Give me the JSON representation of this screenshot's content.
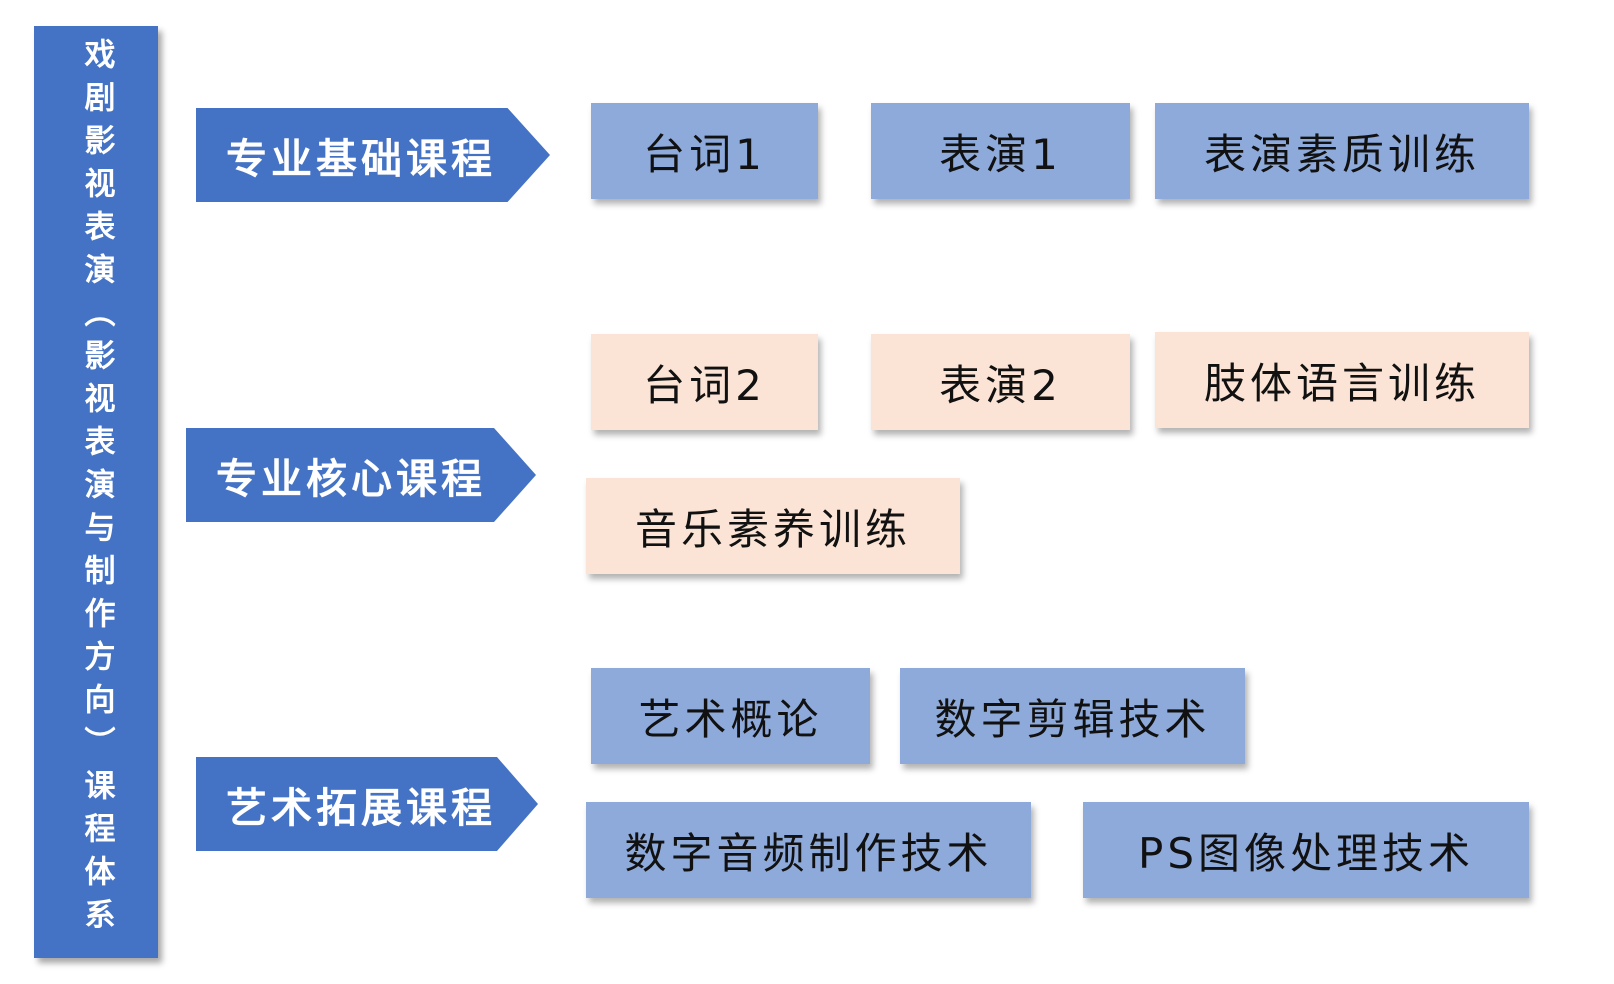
{
  "title": "戏剧影视表演（影视表演与制作方向）课程体系",
  "categories": [
    {
      "label": "专业基础课程"
    },
    {
      "label": "专业核心课程"
    },
    {
      "label": "艺术拓展课程"
    }
  ],
  "courses": {
    "foundation": [
      "台词1",
      "表演1",
      "表演素质训练"
    ],
    "core": [
      "台词2",
      "表演2",
      "肢体语言训练",
      "音乐素养训练"
    ],
    "extension": [
      "艺术概论",
      "数字剪辑技术",
      "数字音频制作技术",
      "PS图像处理技术"
    ]
  },
  "colors": {
    "category": "#4472c4",
    "foundation_box": "#8eaadb",
    "core_box": "#fbe4d5",
    "extension_box": "#8eaadb"
  }
}
